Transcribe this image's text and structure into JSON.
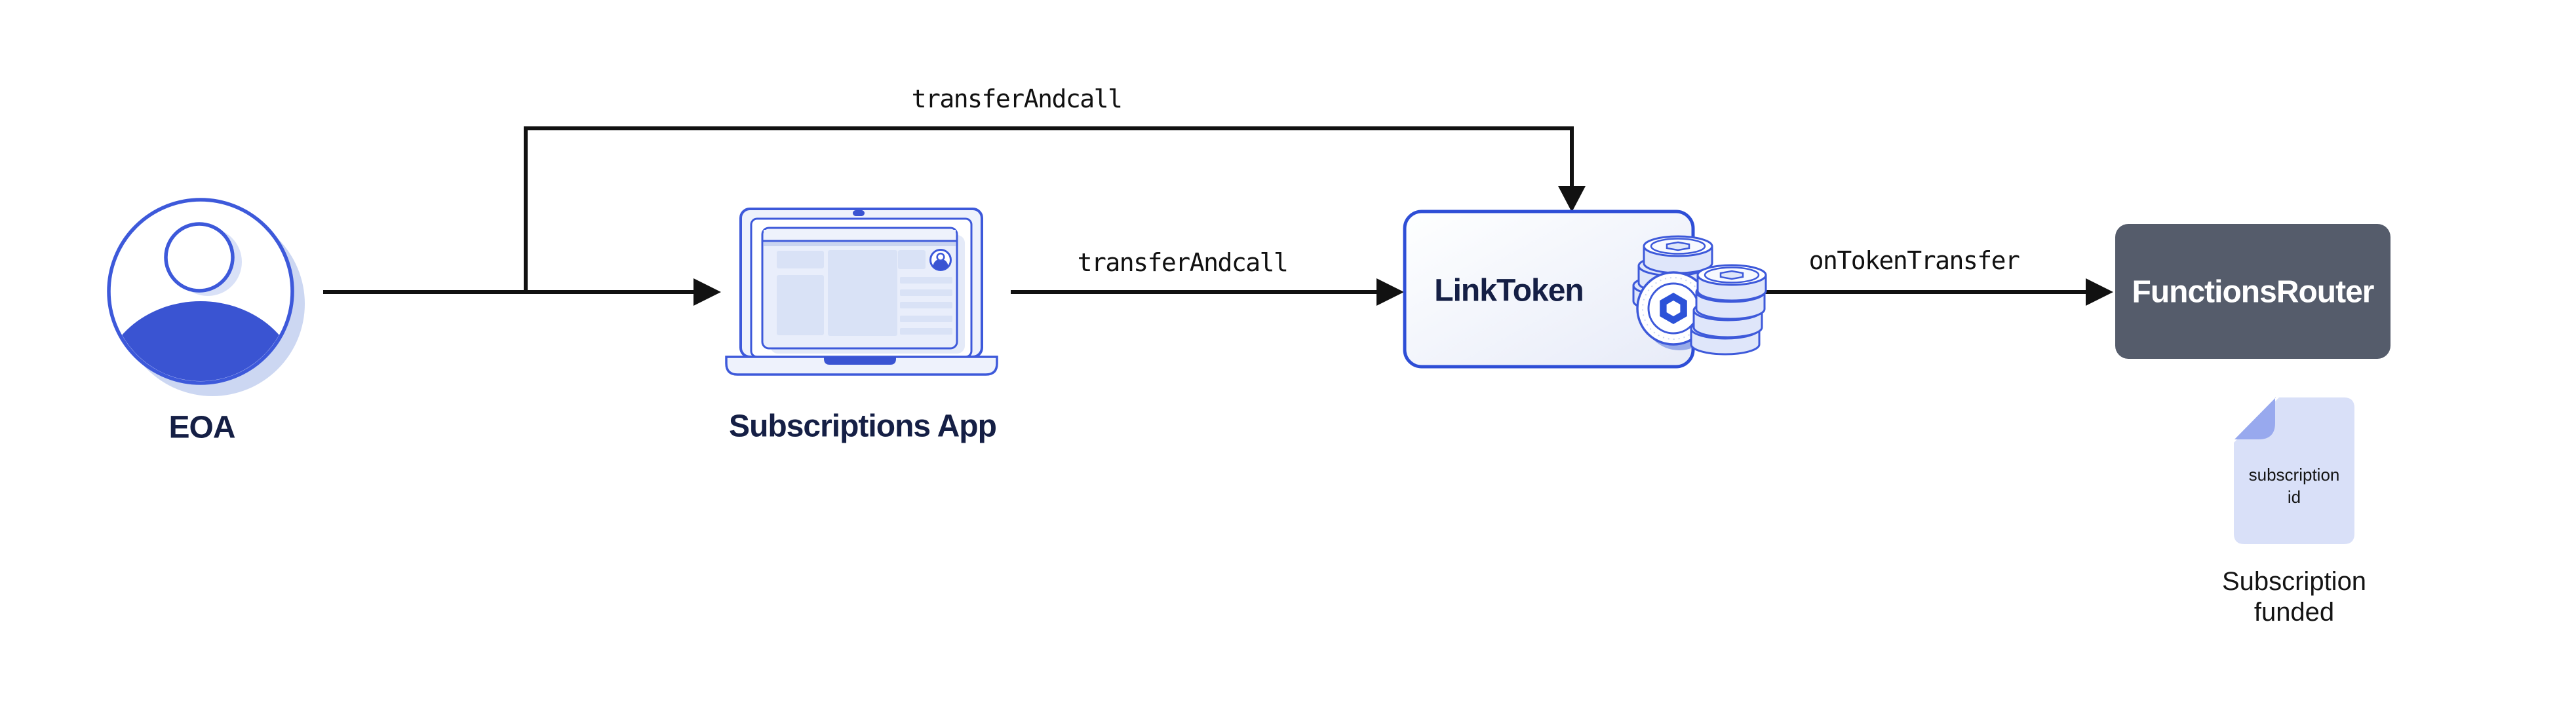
{
  "colors": {
    "canvas_bg": "#ffffff",
    "arrow_black": "#111111",
    "blue": "#3d59da",
    "blue_fill": "#3a54d2",
    "box_border": "#2e4ed6",
    "hex_blue": "#2c52d8",
    "navy": "#151f45",
    "gray_box": "#555c6b",
    "white": "#ffffff",
    "panel": "#e9eefb",
    "panel_top": "#eef2fc",
    "block": "#d9e2f6",
    "lavender_band": "#c9d4f0",
    "coin_fill": "#dfe6fa",
    "coin_top": "#f7f9fe",
    "icon_shadow": "#ccd7f2",
    "soft_shadow": "#e4eaf8",
    "head_shadow": "#d9e1f7",
    "coin_shadow": "#98abe9",
    "doc_fill": "#d9e0f8",
    "doc_fold": "#98a9ee",
    "text_black": "#141414",
    "box_grad_start": "#feffff",
    "box_grad_end": "#e7ebf8"
  },
  "nodes": {
    "eoa": {
      "label": "EOA",
      "icon": "person-icon"
    },
    "subscriptions_app": {
      "label": "Subscriptions App",
      "icon": "laptop-icon"
    },
    "link_token": {
      "label": "LinkToken",
      "icon": "coins-icon"
    },
    "functions_router": {
      "label": "FunctionsRouter"
    }
  },
  "edges": {
    "eoa_to_linktoken": {
      "label": "transferAndcall",
      "from": "EOA",
      "to": "LinkToken"
    },
    "app_to_linktoken": {
      "label": "transferAndcall",
      "from": "Subscriptions App",
      "to": "LinkToken"
    },
    "linktoken_to_router": {
      "label": "onTokenTransfer",
      "from": "LinkToken",
      "to": "FunctionsRouter"
    }
  },
  "artifact": {
    "icon": "document-icon",
    "doc_lines": [
      "subscription",
      "id"
    ],
    "caption_lines": [
      "Subscription",
      "funded"
    ]
  }
}
